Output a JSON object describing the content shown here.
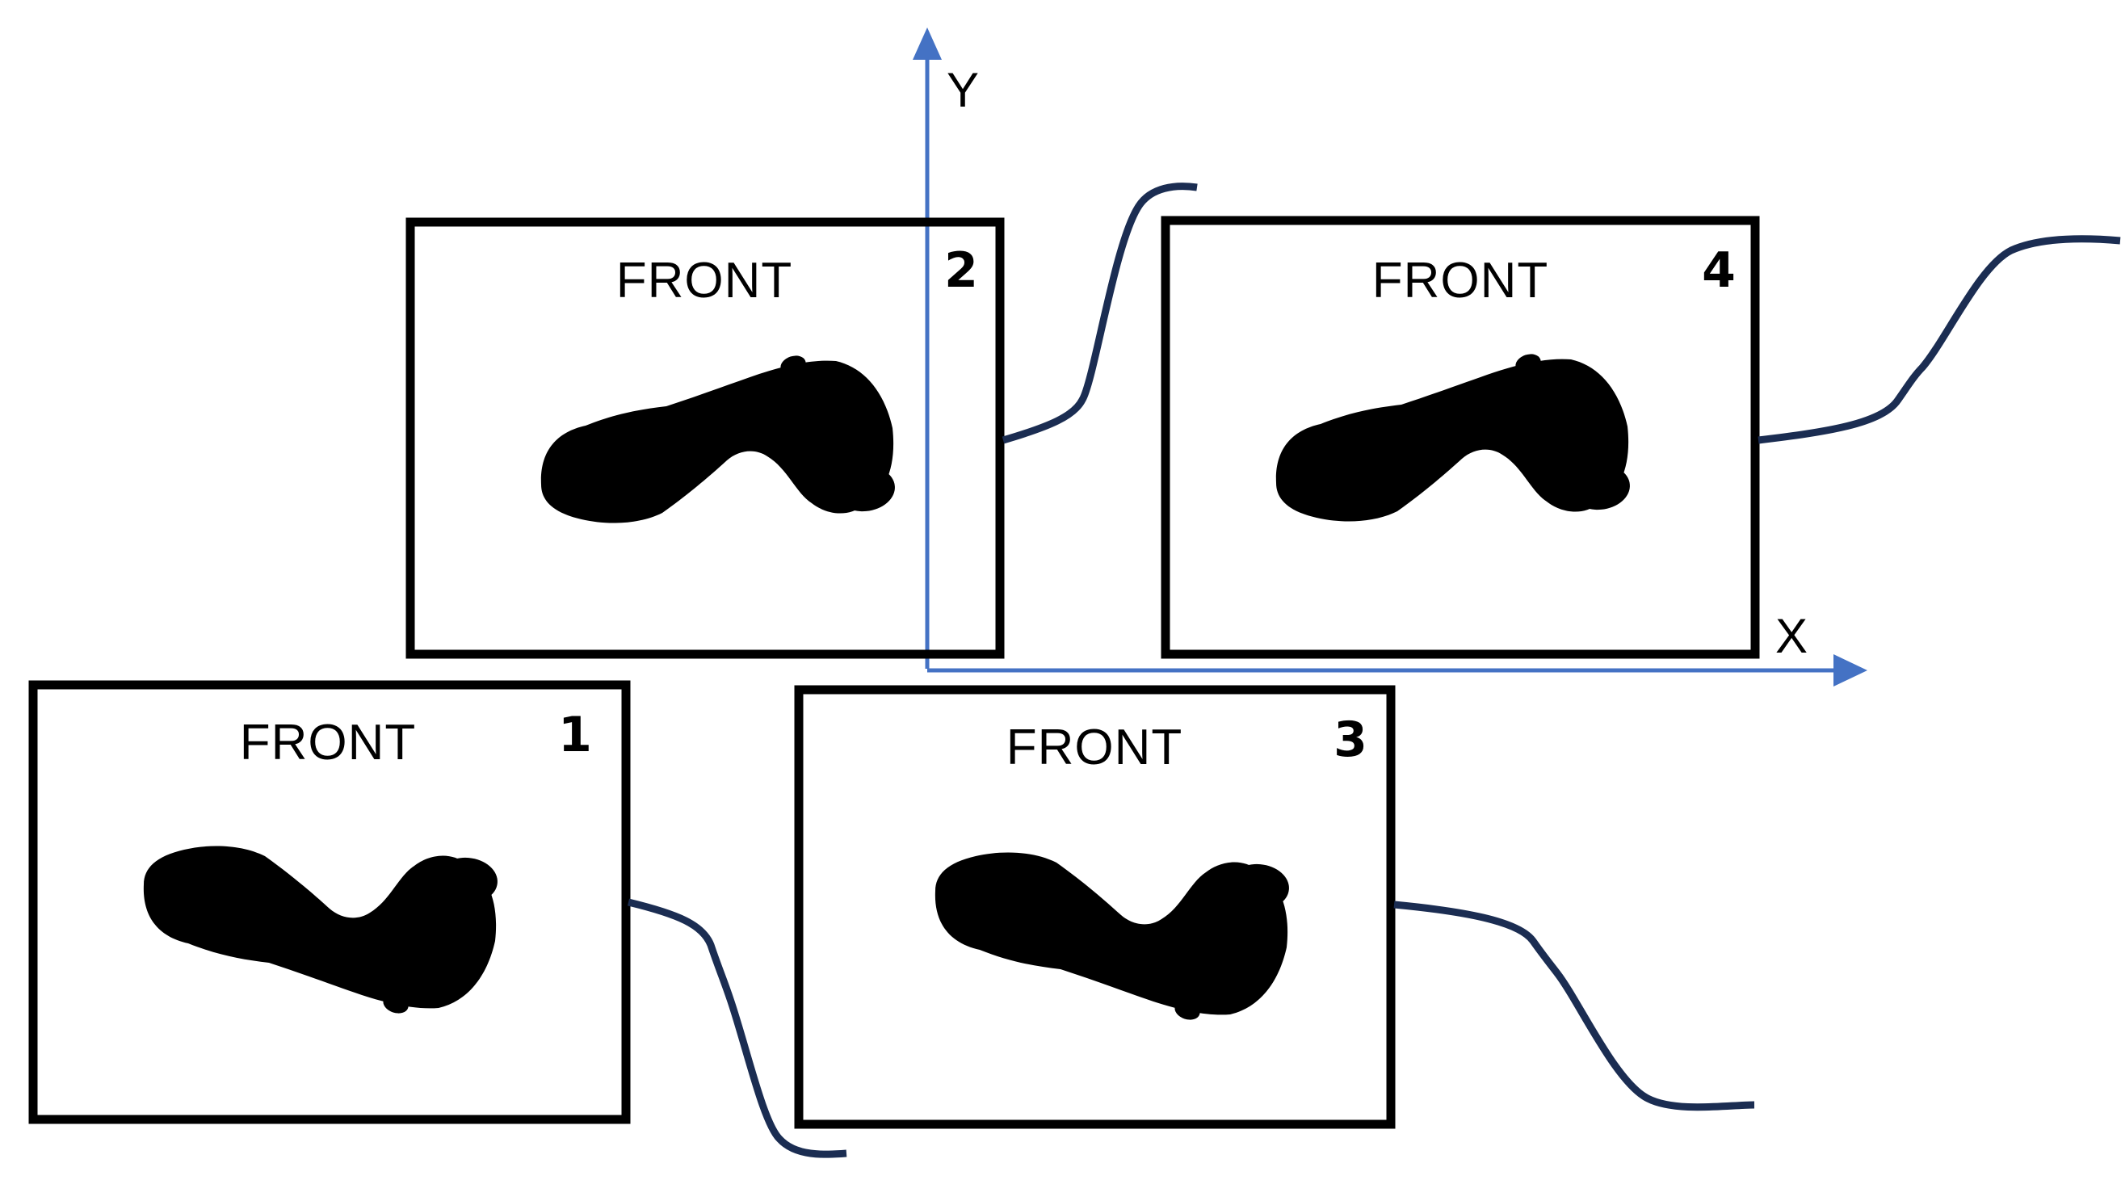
{
  "colors": {
    "axis": "#4472c4",
    "cable": "#1b2d52",
    "plate": "#000000",
    "background": "#ffffff"
  },
  "axes": {
    "x_label": "X",
    "y_label": "Y"
  },
  "plates": [
    {
      "id": "1",
      "front_label": "FRONT",
      "number": "1",
      "foot_orientation": "toes-right"
    },
    {
      "id": "2",
      "front_label": "FRONT",
      "number": "2",
      "foot_orientation": "toes-right"
    },
    {
      "id": "3",
      "front_label": "FRONT",
      "number": "3",
      "foot_orientation": "toes-right"
    },
    {
      "id": "4",
      "front_label": "FRONT",
      "number": "4",
      "foot_orientation": "toes-right"
    }
  ]
}
